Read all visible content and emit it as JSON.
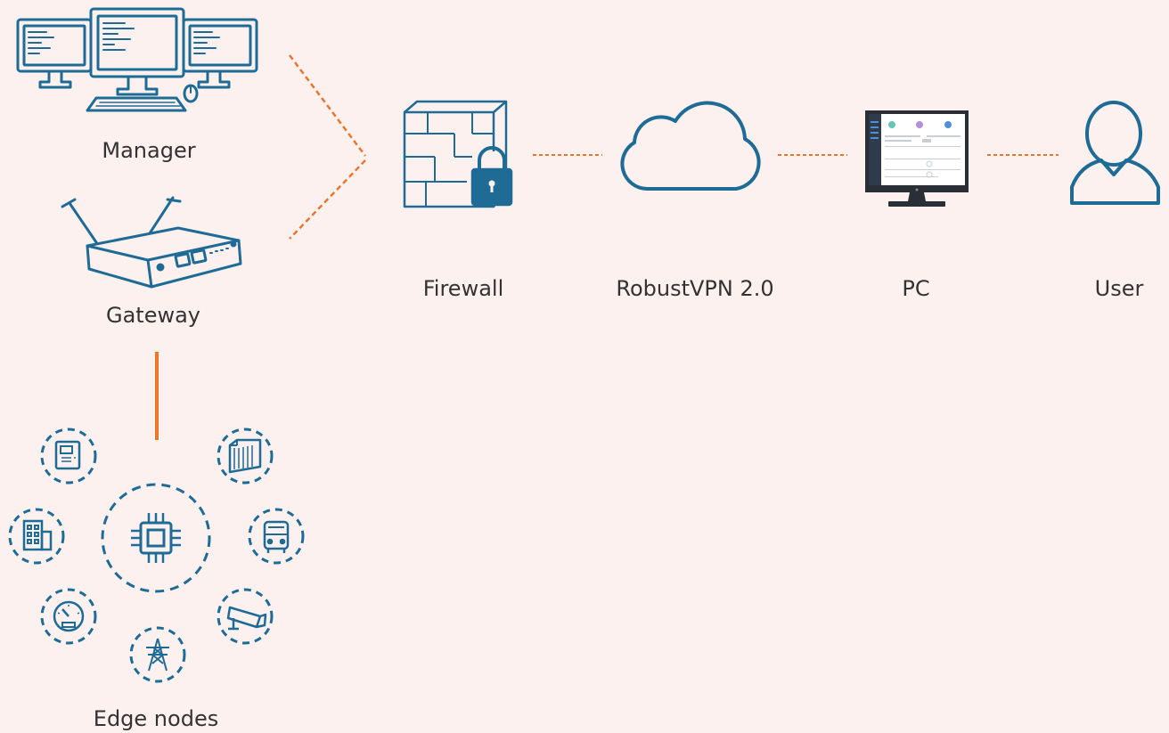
{
  "colors": {
    "background": "#fdf1ef",
    "icon_stroke": "#1e6b96",
    "icon_fill": "#1e6b96",
    "connector": "#e8762c",
    "label_text": "#333333"
  },
  "nodes": {
    "manager": {
      "label": "Manager",
      "icon": "monitors-icon"
    },
    "gateway": {
      "label": "Gateway",
      "icon": "router-icon"
    },
    "edge_nodes": {
      "label": "Edge nodes",
      "icon": "chip-icon",
      "satellites": [
        "meter-box-icon",
        "building-icon",
        "gauge-icon",
        "power-tower-icon",
        "camera-icon",
        "bus-icon",
        "container-icon"
      ]
    },
    "firewall": {
      "label": "Firewall",
      "icon": "firewall-lock-icon"
    },
    "vpn": {
      "label": "RobustVPN 2.0",
      "icon": "cloud-icon"
    },
    "pc": {
      "label": "PC",
      "icon": "desktop-icon"
    },
    "user": {
      "label": "User",
      "icon": "user-icon"
    }
  }
}
